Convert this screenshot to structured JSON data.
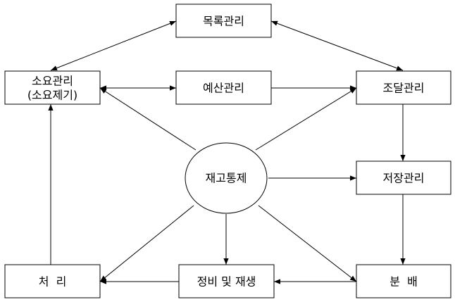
{
  "nodes": {
    "catalog": "목록관리",
    "requirements_line1": "소요관리",
    "requirements_line2": "(소요제기)",
    "budget": "예산관리",
    "procurement": "조달관리",
    "inventory_control": "재고통제",
    "storage": "저장관리",
    "disposal": "처  리",
    "maintenance": "정비 및 재생",
    "distribution": "분  배"
  }
}
